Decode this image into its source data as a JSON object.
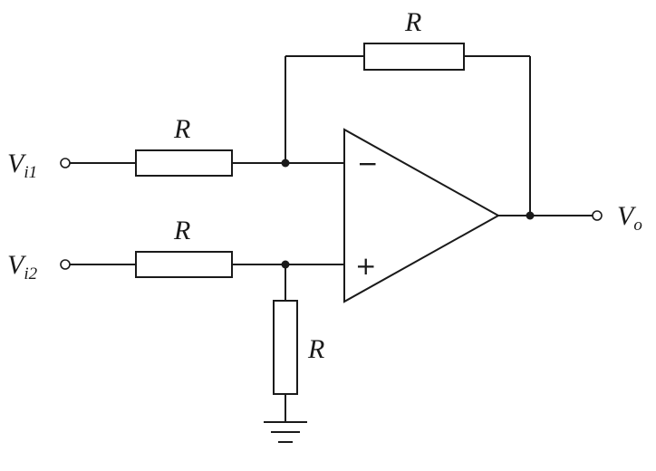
{
  "labels": {
    "v_in1_base": "V",
    "v_in1_sub": "i1",
    "v_in2_base": "V",
    "v_in2_sub": "i2",
    "v_out_base": "V",
    "v_out_sub": "o",
    "r_feedback": "R",
    "r_input1": "R",
    "r_input2": "R",
    "r_ground": "R",
    "opamp_inverting": "−",
    "opamp_noninverting": "+"
  }
}
